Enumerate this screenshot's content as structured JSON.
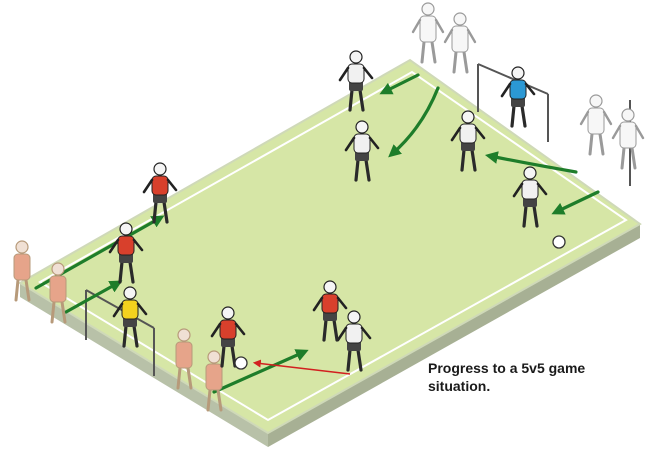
{
  "caption": {
    "line1": "Progress to a 5v5 game",
    "line2": "situation."
  },
  "colors": {
    "pitch": "#d6e6a6",
    "pitch_edge": "#c4cfb0",
    "pitch_base": "#b3bca3",
    "line": "#ffffff",
    "arrow_green": "#1e7d2a",
    "arrow_red": "#d22020",
    "team_red": "#d8402c",
    "team_white": "#f1f1f1",
    "keeper_yellow": "#f3d21e",
    "keeper_blue": "#2b98d4",
    "shorts_dark": "#444444"
  },
  "icons": {
    "player": "player-figure",
    "ball": "football-ball",
    "goal": "goal-frame"
  }
}
